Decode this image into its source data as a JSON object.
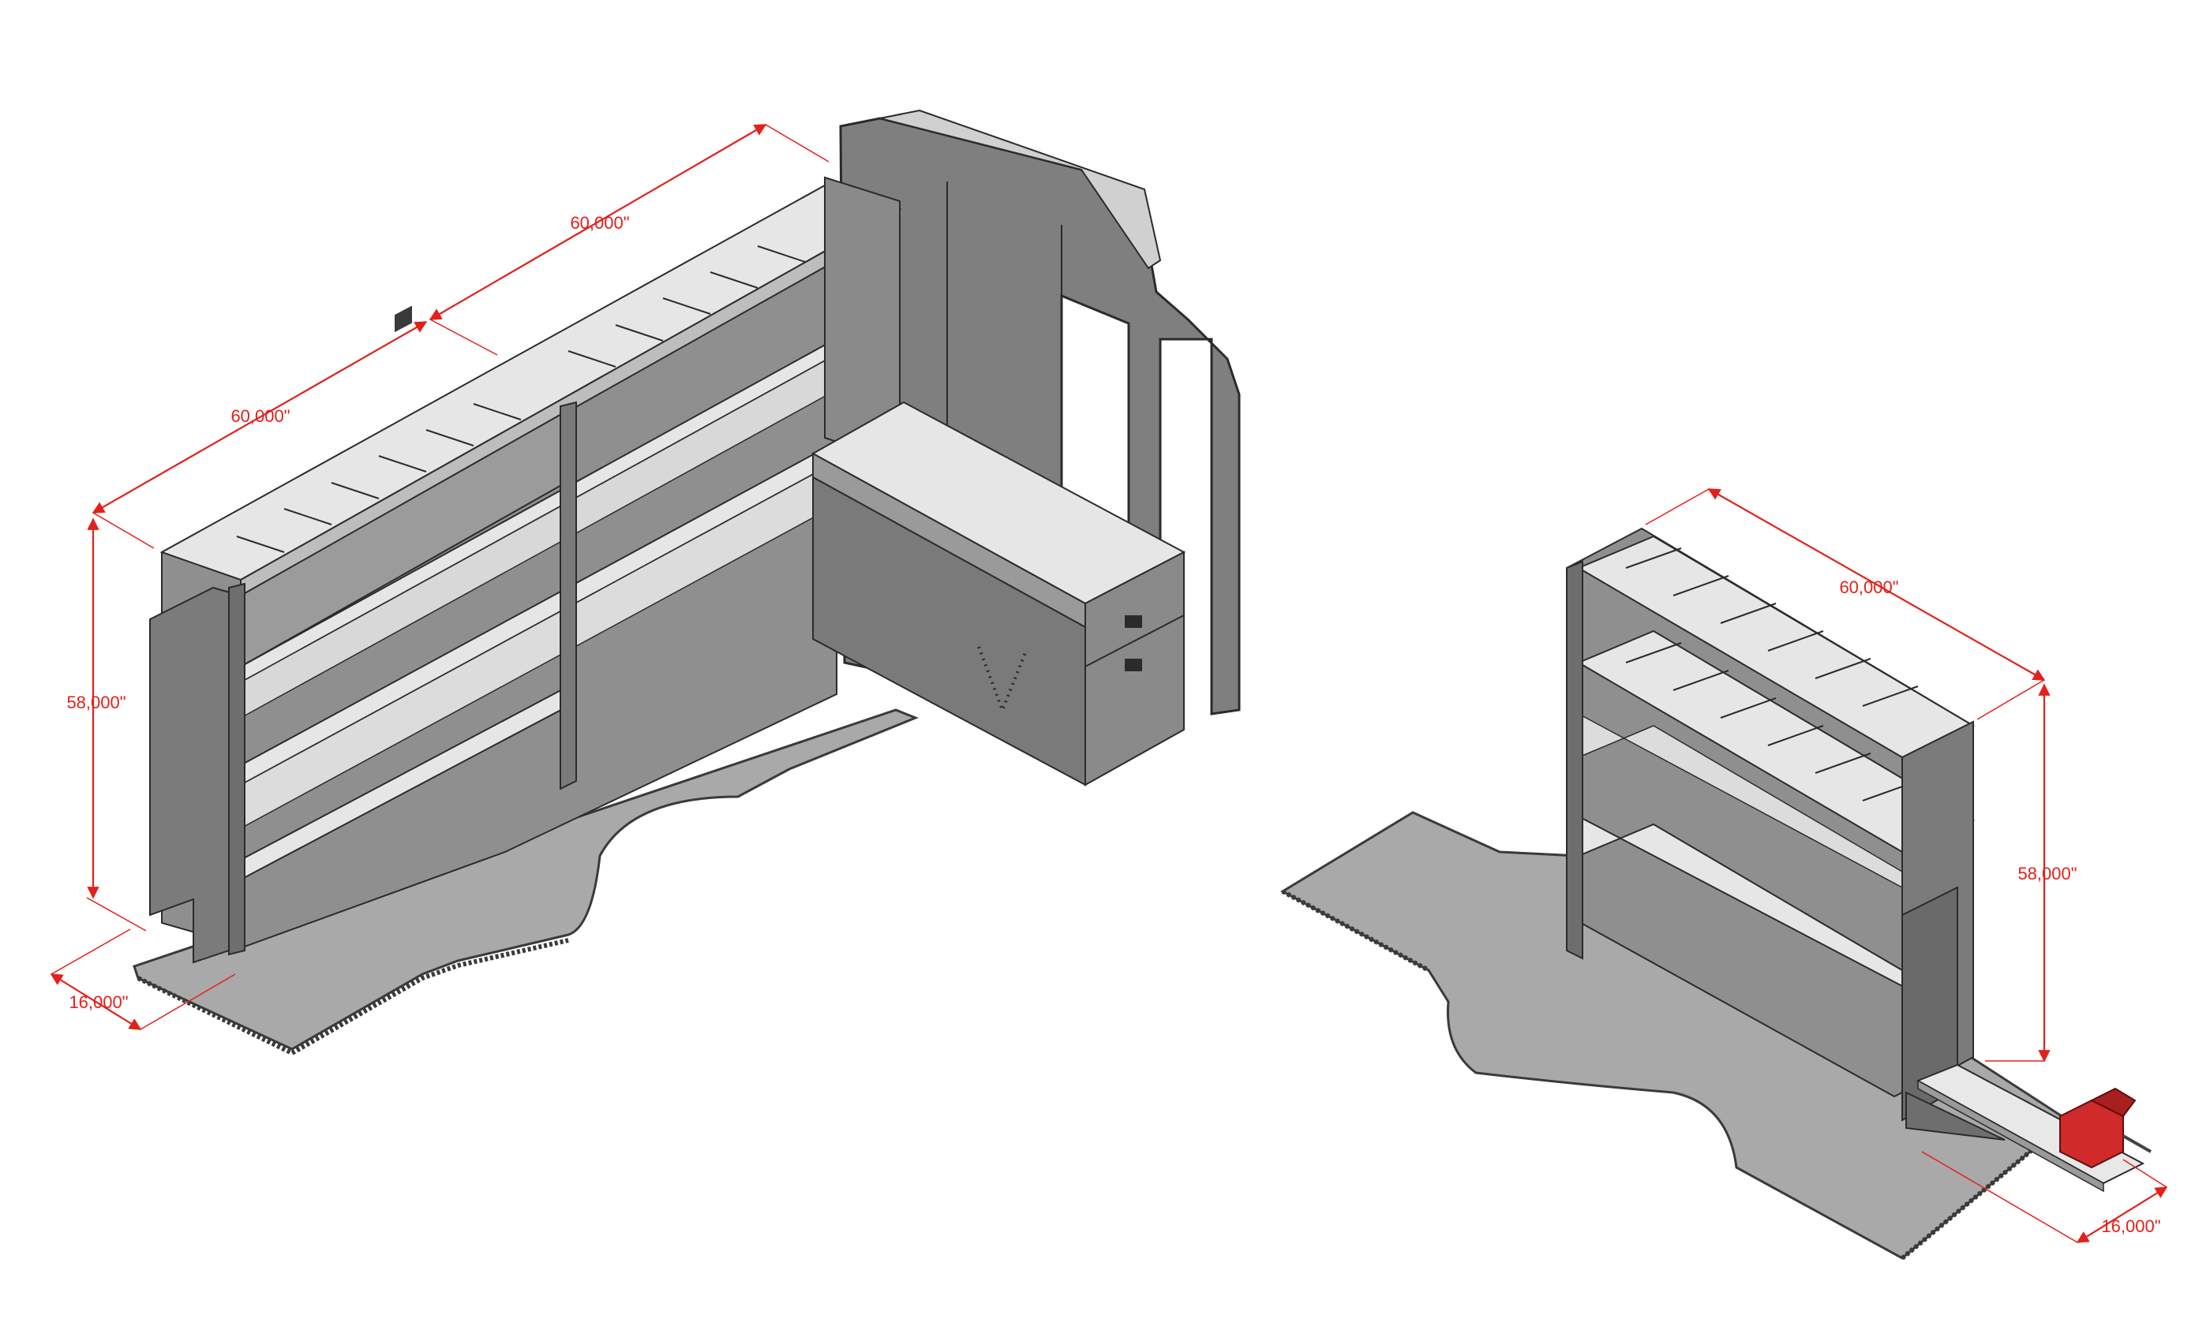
{
  "colors": {
    "dimension": "#e3201b",
    "floor": "#a9a9a9",
    "floor_edge": "#3a3a3a",
    "steel_dark": "#6e6e6e",
    "steel_mid": "#8f8f8f",
    "shelf_light": "#e6e6e6",
    "outline": "#2b2b2b",
    "wall": "#7f7f7f",
    "vise": "#d12a2a",
    "background": "#ffffff"
  },
  "left_assembly": {
    "dimensions": {
      "length_upper": "60,000\"",
      "length_lower": "60,000\"",
      "height": "58,000\"",
      "depth": "16,000\""
    }
  },
  "right_assembly": {
    "dimensions": {
      "length": "60,000\"",
      "height": "58,000\"",
      "depth": "16,000\""
    }
  }
}
